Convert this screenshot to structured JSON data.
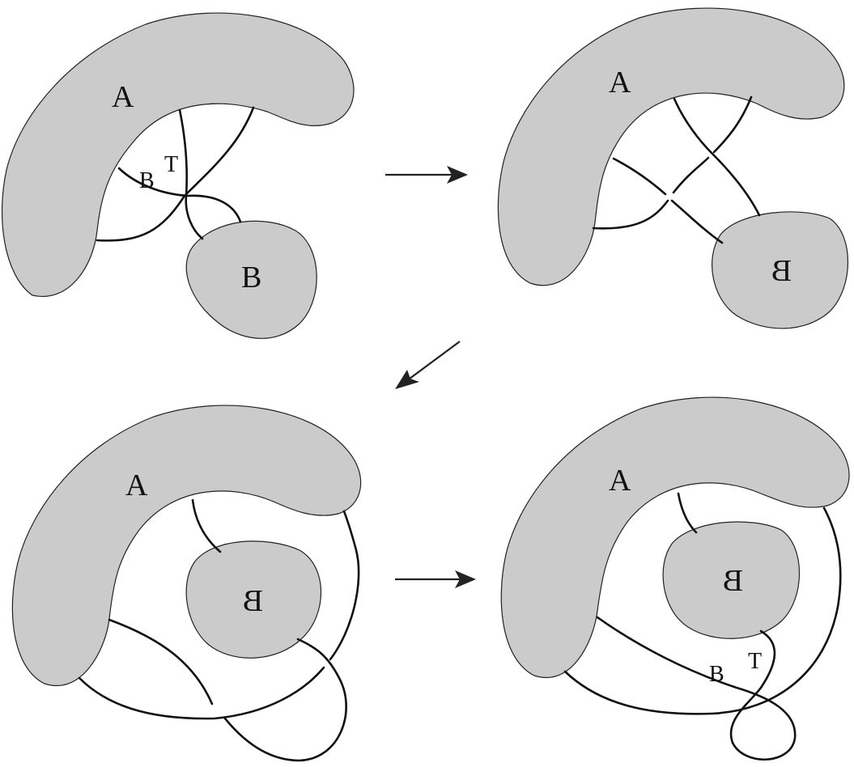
{
  "panels": [
    {
      "id": "top-left",
      "region_a": "A",
      "region_b": "B",
      "crossing_labels": [
        "B",
        "T"
      ]
    },
    {
      "id": "top-right",
      "region_a": "A",
      "region_b": "B"
    },
    {
      "id": "bottom-left",
      "region_a": "A",
      "region_b": "B"
    },
    {
      "id": "bottom-right",
      "region_a": "A",
      "region_b": "B",
      "crossing_labels": [
        "B",
        "T"
      ]
    }
  ],
  "colors": {
    "region_fill": "#cbcbcb",
    "strand": "#111111",
    "arrow": "#222222"
  }
}
